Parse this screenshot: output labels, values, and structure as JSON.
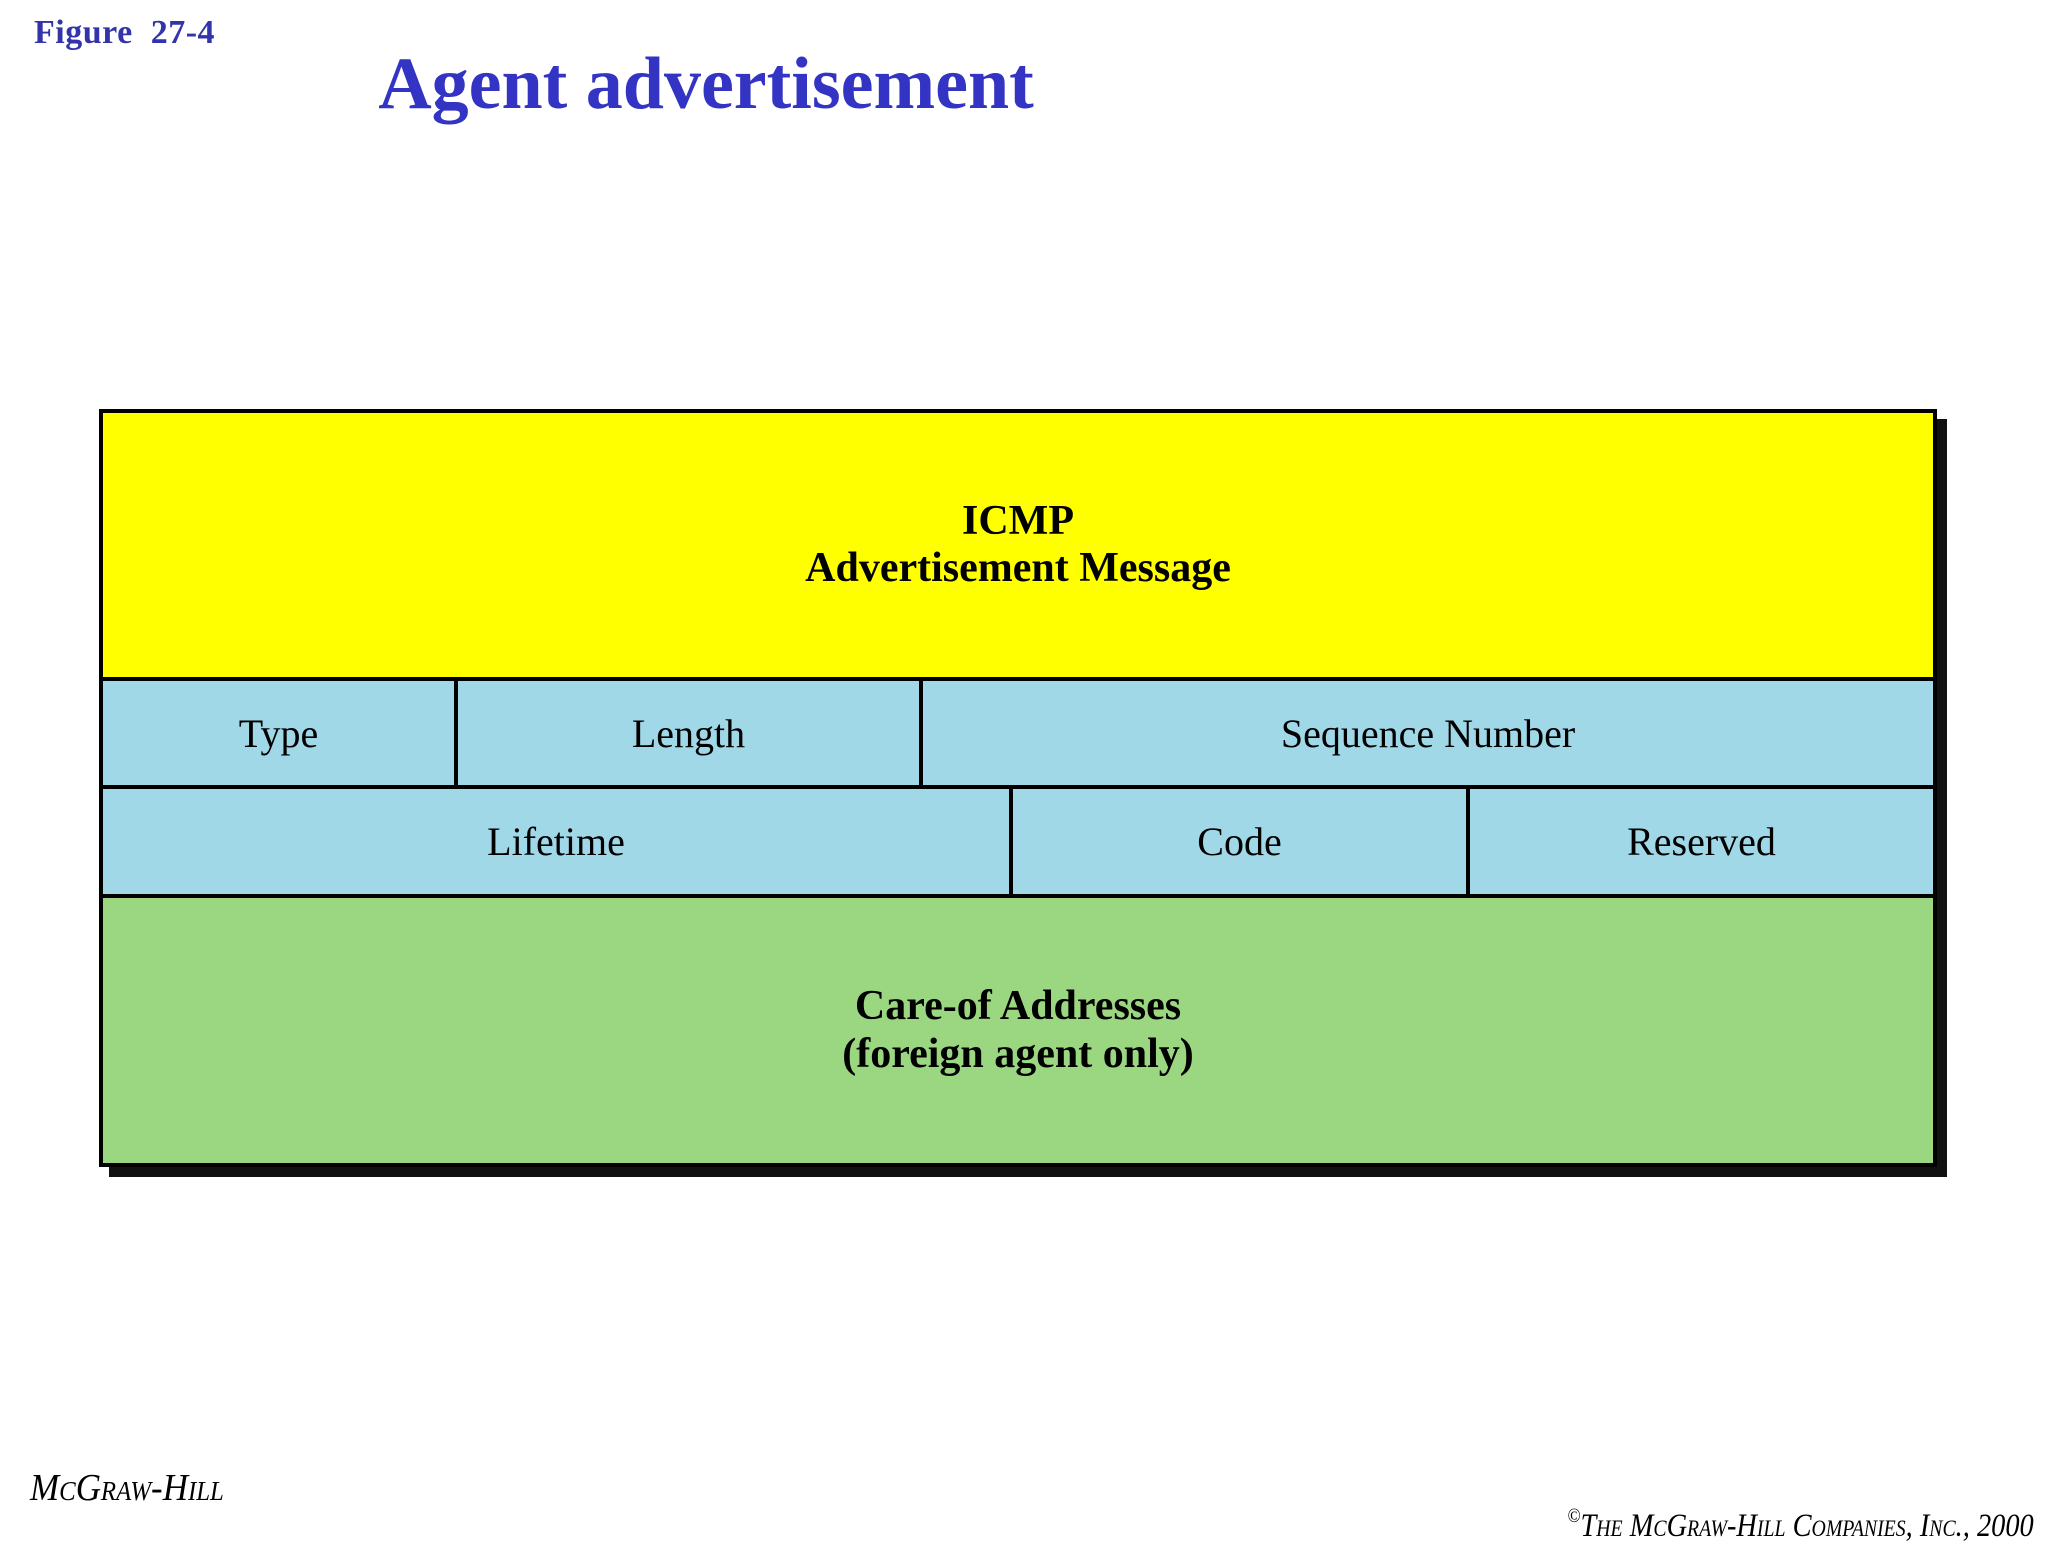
{
  "header": {
    "figure_label": "Figure  27-4",
    "title": "Agent advertisement"
  },
  "colors": {
    "title_blue": "#3333c4",
    "label_blue": "#3333aa",
    "icmp_yellow": "#ffff00",
    "field_blue": "#a0d8e8",
    "careof_green": "#9bd681",
    "border_black": "#000000",
    "shadow": "#111111",
    "page_background": "#ffffff"
  },
  "diagram": {
    "name": "agent-advertisement-packet-format",
    "icmp_block": {
      "line1": "ICMP",
      "line2": "Advertisement Message"
    },
    "field_row_1": [
      {
        "label": "Type"
      },
      {
        "label": "Length"
      },
      {
        "label": "Sequence Number"
      }
    ],
    "field_row_2": [
      {
        "label": "Lifetime"
      },
      {
        "label": "Code"
      },
      {
        "label": "Reserved"
      }
    ],
    "careof_block": {
      "line1": "Care-of Addresses",
      "line2": "(foreign agent only)"
    }
  },
  "footer": {
    "left": "McGraw-Hill",
    "copyright_symbol": "©",
    "right": "The McGraw-Hill Companies, Inc., 2000"
  }
}
